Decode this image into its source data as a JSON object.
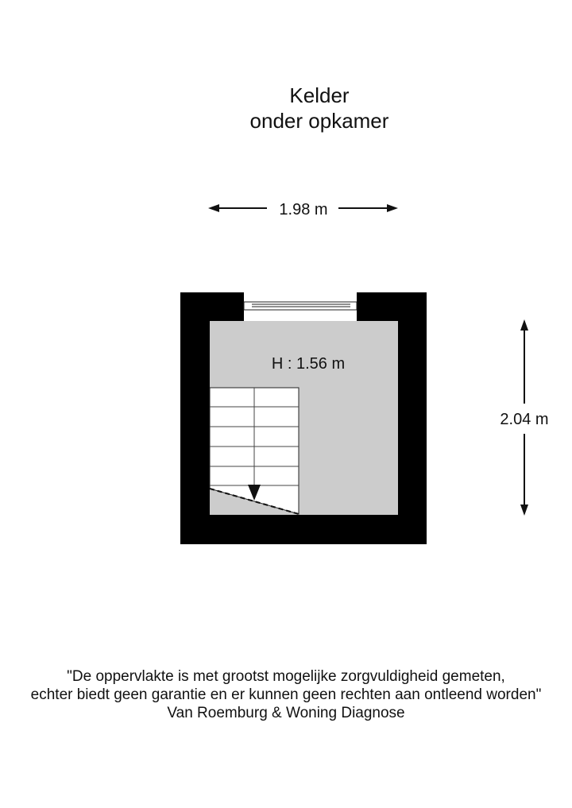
{
  "title": {
    "line1": "Kelder",
    "line2": "onder opkamer"
  },
  "dimensions": {
    "width": "1.98 m",
    "depth": "2.04 m",
    "height": "H : 1.56 m"
  },
  "disclaimer": {
    "line1": "\"De oppervlakte is met grootst mogelijke zorgvuldigheid gemeten,",
    "line2": "echter biedt geen garantie en er kunnen geen rechten aan ontleend worden\"",
    "line3": "Van Roemburg & Woning Diagnose"
  },
  "colors": {
    "wall": "#000000",
    "floor": "#cccccc",
    "stairs": "#ffffff",
    "text": "#111111"
  },
  "icons": {
    "arrow": "double-headed-arrow",
    "stair_direction": "triangle-arrow-down"
  }
}
